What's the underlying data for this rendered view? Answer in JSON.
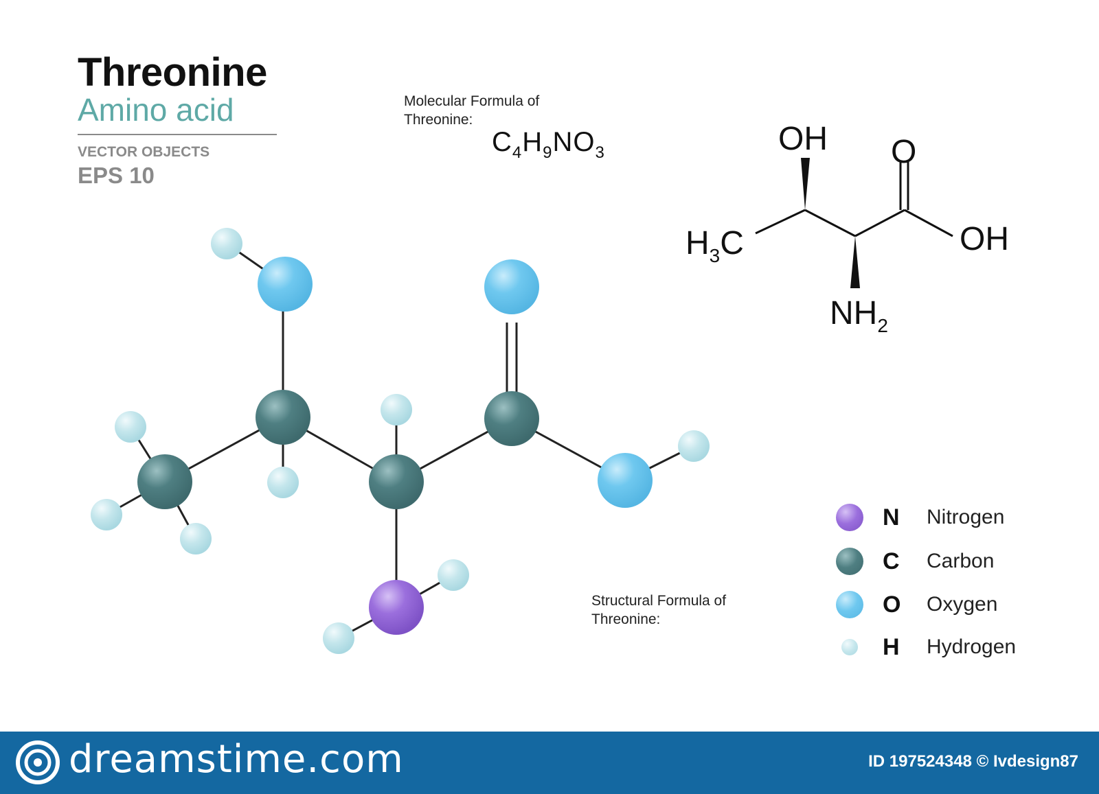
{
  "header": {
    "title": "Threonine",
    "subtitle": "Amino acid",
    "vector_label": "VECTOR OBJECTS",
    "eps_label": "EPS 10"
  },
  "molecular_formula": {
    "label": "Molecular Formula of Threonine:",
    "parts": [
      {
        "el": "C",
        "n": "4"
      },
      {
        "el": "H",
        "n": "9"
      },
      {
        "el": "N",
        "n": ""
      },
      {
        "el": "O",
        "n": "3"
      }
    ]
  },
  "structural_formula": {
    "label": "Structural  Formula of Threonine:",
    "oh_top": "OH",
    "o_top": "O",
    "oh_right": "OH",
    "h3c": "H",
    "h3c_sub": "3",
    "h3c_c": "C",
    "nh2": "NH",
    "nh2_sub": "2"
  },
  "colors": {
    "nitrogen": "#9b6fdd",
    "carbon": "#4f7f82",
    "oxygen": "#6fc8ef",
    "hydrogen": "#bfe3ea",
    "accent": "#5ea9a6",
    "footer": "#1468a1"
  },
  "legend": [
    {
      "symbol": "N",
      "name": "Nitrogen",
      "color": "#9b6fdd"
    },
    {
      "symbol": "C",
      "name": "Carbon",
      "color": "#4f7f82"
    },
    {
      "symbol": "O",
      "name": "Oxygen",
      "color": "#6fc8ef"
    },
    {
      "symbol": "H",
      "name": "Hydrogen",
      "color": "#c4e6ec"
    }
  ],
  "footer": {
    "brand": "dreamstime.com",
    "id_text": "ID 197524348 © Ivdesign87"
  }
}
